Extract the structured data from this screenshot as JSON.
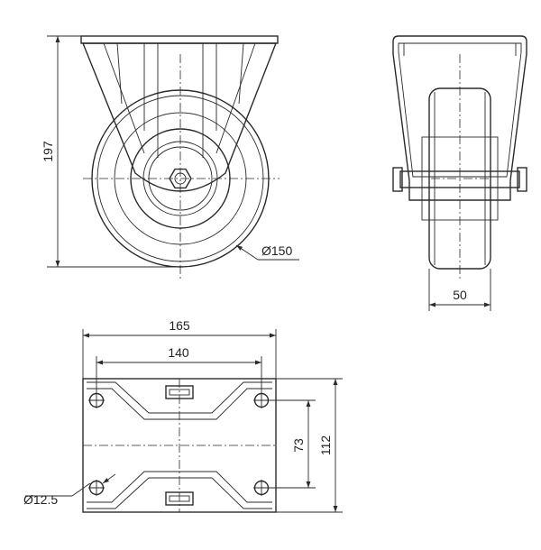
{
  "dimensions": {
    "overall_height": "197",
    "wheel_diameter": "Ø150",
    "wheel_width": "50",
    "plate_width": "165",
    "hole_spacing_x": "140",
    "hole_spacing_y": "73",
    "plate_length": "112",
    "hole_diameter": "Ø12.5"
  }
}
